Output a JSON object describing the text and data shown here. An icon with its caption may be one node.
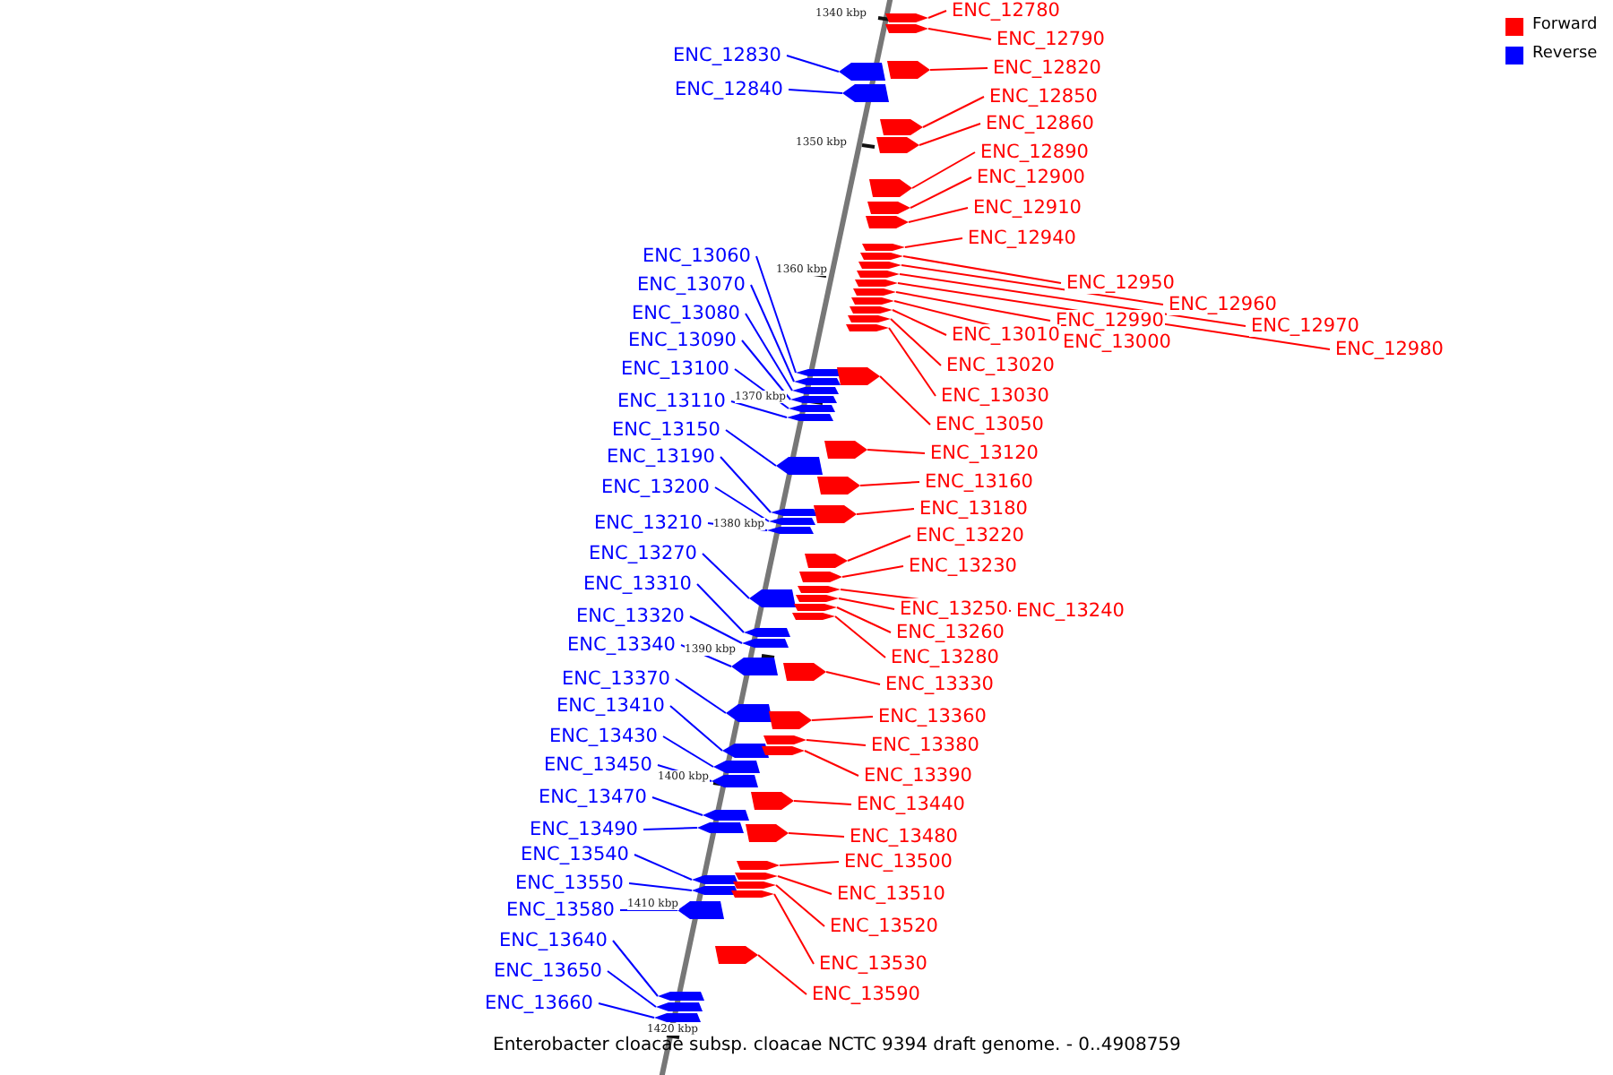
{
  "diagram": {
    "caption": "Enterobacter cloacae subsp. cloacae NCTC 9394 draft genome. - 0..4908759",
    "nodes": [
      {
        "text": [
          "ENC_12830"
        ]
      },
      {
        "text": [
          "ENC_12840"
        ]
      },
      {
        "text": [
          "ENC_13060"
        ]
      },
      {
        "text": [
          "ENC_13070"
        ]
      },
      {
        "text": [
          "ENC_13080"
        ]
      },
      {
        "text": [
          "ENC_13090"
        ]
      },
      {
        "text": [
          "ENC_13100"
        ]
      },
      {
        "text": [
          "ENC_13110"
        ]
      },
      {
        "text": [
          "ENC_13150"
        ]
      },
      {
        "text": [
          "ENC_13190"
        ]
      },
      {
        "text": [
          "ENC_13200"
        ]
      },
      {
        "text": [
          "ENC_13210"
        ]
      },
      {
        "text": [
          "ENC_13270"
        ]
      },
      {
        "text": [
          "ENC_13310"
        ]
      },
      {
        "text": [
          "ENC_13320"
        ]
      },
      {
        "text": [
          "ENC_13340"
        ]
      },
      {
        "text": [
          "ENC_13370"
        ]
      },
      {
        "text": [
          "ENC_13410"
        ]
      },
      {
        "text": [
          "ENC_13430"
        ]
      },
      {
        "text": [
          "ENC_13450"
        ]
      },
      {
        "text": [
          "ENC_13470"
        ]
      },
      {
        "text": [
          "ENC_13490"
        ]
      },
      {
        "text": [
          "ENC_13540"
        ]
      },
      {
        "text": [
          "ENC_13550"
        ]
      },
      {
        "text": [
          "ENC_13580"
        ]
      },
      {
        "text": [
          "ENC_13640"
        ]
      },
      {
        "text": [
          "ENC_13650"
        ]
      },
      {
        "text": [
          "ENC_13660"
        ]
      },
      {
        "text": [
          "ENC_12780"
        ]
      },
      {
        "text": [
          "ENC_12790"
        ]
      },
      {
        "text": [
          "ENC_12820"
        ]
      },
      {
        "text": [
          "ENC_12850"
        ]
      },
      {
        "text": [
          "ENC_12860"
        ]
      },
      {
        "text": [
          "ENC_12890"
        ]
      },
      {
        "text": [
          "ENC_12900"
        ]
      },
      {
        "text": [
          "ENC_12910"
        ]
      },
      {
        "text": [
          "ENC_12940"
        ]
      },
      {
        "text": [
          "ENC_12950"
        ]
      },
      {
        "text": [
          "ENC_12960"
        ]
      },
      {
        "text": [
          "ENC_12970"
        ]
      },
      {
        "text": [
          "ENC_12980"
        ]
      },
      {
        "text": [
          "ENC_12990"
        ]
      },
      {
        "text": [
          "ENC_13000"
        ]
      },
      {
        "text": [
          "ENC_13010"
        ]
      },
      {
        "text": [
          "ENC_13020"
        ]
      },
      {
        "text": [
          "ENC_13030"
        ]
      },
      {
        "text": [
          "ENC_13050"
        ]
      },
      {
        "text": [
          "ENC_13120"
        ]
      },
      {
        "text": [
          "ENC_13160"
        ]
      },
      {
        "text": [
          "ENC_13180"
        ]
      },
      {
        "text": [
          "ENC_13220"
        ]
      },
      {
        "text": [
          "ENC_13230"
        ]
      },
      {
        "text": [
          "ENC_13240"
        ]
      },
      {
        "text": [
          "ENC_13250"
        ]
      },
      {
        "text": [
          "ENC_13260"
        ]
      },
      {
        "text": [
          "ENC_13280"
        ]
      },
      {
        "text": [
          "ENC_13330"
        ]
      },
      {
        "text": [
          "ENC_13360"
        ]
      },
      {
        "text": [
          "ENC_13380"
        ]
      },
      {
        "text": [
          "ENC_13390"
        ]
      },
      {
        "text": [
          "ENC_13440"
        ]
      },
      {
        "text": [
          "ENC_13480"
        ]
      },
      {
        "text": [
          "ENC_13500"
        ]
      },
      {
        "text": [
          "ENC_13510"
        ]
      },
      {
        "text": [
          "ENC_13520"
        ]
      },
      {
        "text": [
          "ENC_13530"
        ]
      },
      {
        "text": [
          "ENC_13590"
        ]
      },
      {
        "text": [],
        "shape": "arrow"
      },
      {
        "text": [],
        "shape": "arrow"
      },
      {
        "text": [],
        "shape": "arrow"
      },
      {
        "text": [],
        "shape": "arrow"
      },
      {
        "text": [],
        "shape": "arrow"
      },
      {
        "text": [],
        "shape": "arrow"
      },
      {
        "text": [],
        "shape": "arrow"
      },
      {
        "text": [],
        "shape": "arrow"
      },
      {
        "text": [],
        "shape": "arrow"
      },
      {
        "text": [],
        "shape": "arrow"
      },
      {
        "text": [],
        "shape": "arrow"
      },
      {
        "text": [],
        "shape": "arrow"
      },
      {
        "text": [],
        "shape": "arrow"
      },
      {
        "text": [],
        "shape": "arrow"
      },
      {
        "text": [],
        "shape": "arrow"
      },
      {
        "text": [],
        "shape": "arrow"
      },
      {
        "text": [],
        "shape": "arrow"
      },
      {
        "text": [],
        "shape": "arrow"
      },
      {
        "text": [],
        "shape": "arrow"
      },
      {
        "text": [],
        "shape": "arrow"
      },
      {
        "text": [],
        "shape": "arrow"
      },
      {
        "text": [],
        "shape": "arrow"
      },
      {
        "text": [],
        "shape": "arrow"
      },
      {
        "text": [],
        "shape": "arrow"
      },
      {
        "text": [],
        "shape": "arrow"
      },
      {
        "text": [],
        "shape": "arrow"
      },
      {
        "text": [],
        "shape": "arrow"
      },
      {
        "text": [],
        "shape": "arrow"
      },
      {
        "text": [],
        "shape": "arrow"
      },
      {
        "text": [],
        "shape": "arrow"
      },
      {
        "text": [],
        "shape": "arrow"
      },
      {
        "text": [],
        "shape": "arrow"
      },
      {
        "text": [],
        "shape": "arrow"
      },
      {
        "text": [],
        "shape": "arrow"
      },
      {
        "text": [],
        "shape": "arrow"
      },
      {
        "text": [],
        "shape": "arrow"
      },
      {
        "text": [],
        "shape": "arrow"
      },
      {
        "text": [],
        "shape": "arrow"
      },
      {
        "text": [],
        "shape": "arrow"
      },
      {
        "text": [],
        "shape": "arrow"
      },
      {
        "text": [],
        "shape": "arrow"
      },
      {
        "text": [],
        "shape": "arrow"
      },
      {
        "text": [],
        "shape": "arrow"
      },
      {
        "text": [],
        "shape": "arrow"
      },
      {
        "text": [],
        "shape": "arrow"
      },
      {
        "text": [],
        "shape": "arrow"
      },
      {
        "text": [],
        "shape": "arrow"
      },
      {
        "text": [],
        "shape": "arrow"
      },
      {
        "text": [],
        "shape": "arrow"
      },
      {
        "text": [],
        "shape": "arrow"
      },
      {
        "text": [],
        "shape": "arrow"
      },
      {
        "text": [],
        "shape": "arrow"
      },
      {
        "text": [],
        "shape": "arrow"
      },
      {
        "text": [],
        "shape": "arrow"
      },
      {
        "text": [],
        "shape": "arrow"
      },
      {
        "text": [],
        "shape": "arrow"
      },
      {
        "text": [],
        "shape": "arrow"
      },
      {
        "text": [],
        "shape": "arrow"
      },
      {
        "text": [],
        "shape": "arrow"
      },
      {
        "text": [],
        "shape": "arrow"
      },
      {
        "text": [],
        "shape": "arrow"
      },
      {
        "text": [],
        "shape": "arrow"
      },
      {
        "text": [],
        "shape": "arrow"
      },
      {
        "text": [],
        "shape": "arrow"
      },
      {
        "text": [],
        "shape": "arrow"
      },
      {
        "text": [],
        "shape": "arrow"
      },
      {
        "text": [],
        "shape": "arrow"
      }
    ],
    "edges": [
      {
        "from": 0,
        "to": 67,
        "arrow": "none",
        "color": "#0000ff"
      },
      {
        "from": 1,
        "to": 68,
        "arrow": "none",
        "color": "#0000ff"
      },
      {
        "from": 2,
        "to": 69,
        "arrow": "none",
        "color": "#0000ff"
      },
      {
        "from": 3,
        "to": 70,
        "arrow": "none",
        "color": "#0000ff"
      },
      {
        "from": 4,
        "to": 71,
        "arrow": "none",
        "color": "#0000ff"
      },
      {
        "from": 5,
        "to": 72,
        "arrow": "none",
        "color": "#0000ff"
      },
      {
        "from": 6,
        "to": 73,
        "arrow": "none",
        "color": "#0000ff"
      },
      {
        "from": 7,
        "to": 74,
        "arrow": "none",
        "color": "#0000ff"
      },
      {
        "from": 8,
        "to": 75,
        "arrow": "none",
        "color": "#0000ff"
      },
      {
        "from": 9,
        "to": 76,
        "arrow": "none",
        "color": "#0000ff"
      },
      {
        "from": 10,
        "to": 77,
        "arrow": "none",
        "color": "#0000ff"
      },
      {
        "from": 11,
        "to": 78,
        "arrow": "none",
        "color": "#0000ff"
      },
      {
        "from": 12,
        "to": 79,
        "arrow": "none",
        "color": "#0000ff"
      },
      {
        "from": 13,
        "to": 80,
        "arrow": "none",
        "color": "#0000ff"
      },
      {
        "from": 14,
        "to": 81,
        "arrow": "none",
        "color": "#0000ff"
      },
      {
        "from": 15,
        "to": 82,
        "arrow": "none",
        "color": "#0000ff"
      },
      {
        "from": 16,
        "to": 83,
        "arrow": "none",
        "color": "#0000ff"
      },
      {
        "from": 17,
        "to": 84,
        "arrow": "none",
        "color": "#0000ff"
      },
      {
        "from": 18,
        "to": 85,
        "arrow": "none",
        "color": "#0000ff"
      },
      {
        "from": 19,
        "to": 86,
        "arrow": "none",
        "color": "#0000ff"
      },
      {
        "from": 20,
        "to": 87,
        "arrow": "none",
        "color": "#0000ff"
      },
      {
        "from": 21,
        "to": 88,
        "arrow": "none",
        "color": "#0000ff"
      },
      {
        "from": 22,
        "to": 89,
        "arrow": "none",
        "color": "#0000ff"
      },
      {
        "from": 23,
        "to": 90,
        "arrow": "none",
        "color": "#0000ff"
      },
      {
        "from": 24,
        "to": 91,
        "arrow": "none",
        "color": "#0000ff"
      },
      {
        "from": 25,
        "to": 92,
        "arrow": "none",
        "color": "#0000ff"
      },
      {
        "from": 26,
        "to": 93,
        "arrow": "none",
        "color": "#0000ff"
      },
      {
        "from": 27,
        "to": 94,
        "arrow": "none",
        "color": "#0000ff"
      },
      {
        "from": 28,
        "to": 95,
        "arrow": "none"
      },
      {
        "from": 29,
        "to": 96,
        "arrow": "none"
      },
      {
        "from": 30,
        "to": 97,
        "arrow": "none"
      },
      {
        "from": 31,
        "to": 98,
        "arrow": "none"
      },
      {
        "from": 32,
        "to": 99,
        "arrow": "none"
      },
      {
        "from": 33,
        "to": 100,
        "arrow": "none"
      },
      {
        "from": 34,
        "to": 101,
        "arrow": "none"
      },
      {
        "from": 35,
        "to": 102,
        "arrow": "none"
      },
      {
        "from": 36,
        "to": 103,
        "arrow": "none"
      },
      {
        "from": 37,
        "to": 104,
        "arrow": "none"
      },
      {
        "from": 38,
        "to": 105,
        "arrow": "none"
      },
      {
        "from": 39,
        "to": 106,
        "arrow": "none"
      },
      {
        "from": 40,
        "to": 107,
        "arrow": "none"
      },
      {
        "from": 41,
        "to": 108,
        "arrow": "none"
      },
      {
        "from": 42,
        "to": 109,
        "arrow": "none"
      },
      {
        "from": 43,
        "to": 110,
        "arrow": "none"
      },
      {
        "from": 44,
        "to": 111,
        "arrow": "none"
      },
      {
        "from": 45,
        "to": 112,
        "arrow": "none"
      },
      {
        "from": 46,
        "to": 113,
        "arrow": "none"
      },
      {
        "from": 47,
        "to": 114,
        "arrow": "none"
      },
      {
        "from": 48,
        "to": 115,
        "arrow": "none"
      },
      {
        "from": 49,
        "to": 116,
        "arrow": "none"
      },
      {
        "from": 50,
        "to": 117,
        "arrow": "none"
      },
      {
        "from": 51,
        "to": 118,
        "arrow": "none"
      },
      {
        "from": 52,
        "to": 119,
        "arrow": "none"
      },
      {
        "from": 53,
        "to": 120,
        "arrow": "none"
      },
      {
        "from": 54,
        "to": 121,
        "arrow": "none"
      },
      {
        "from": 55,
        "to": 122,
        "arrow": "none"
      },
      {
        "from": 56,
        "to": 123,
        "arrow": "none"
      },
      {
        "from": 57,
        "to": 124,
        "arrow": "none"
      },
      {
        "from": 58,
        "to": 125,
        "arrow": "none"
      },
      {
        "from": 59,
        "to": 126,
        "arrow": "none"
      },
      {
        "from": 60,
        "to": 127,
        "arrow": "none"
      },
      {
        "from": 61,
        "to": 128,
        "arrow": "none"
      },
      {
        "from": 62,
        "to": 129,
        "arrow": "none"
      },
      {
        "from": 63,
        "to": 130,
        "arrow": "none"
      },
      {
        "from": 64,
        "to": 131,
        "arrow": "none"
      },
      {
        "from": 65,
        "to": 132,
        "arrow": "none"
      },
      {
        "from": 66,
        "to": 133,
        "arrow": "none"
      }
    ],
    "labels": [
      "1340 kbp",
      "1350 kbp",
      "1360 kbp",
      "1370 kbp",
      "1380 kbp",
      "1390 kbp",
      "1400 kbp",
      "1410 kbp",
      "1420 kbp"
    ],
    "legend": [
      {
        "text": "Forward",
        "color": "#ff0000"
      },
      {
        "text": "Reverse",
        "color": "#0000ff"
      }
    ]
  }
}
